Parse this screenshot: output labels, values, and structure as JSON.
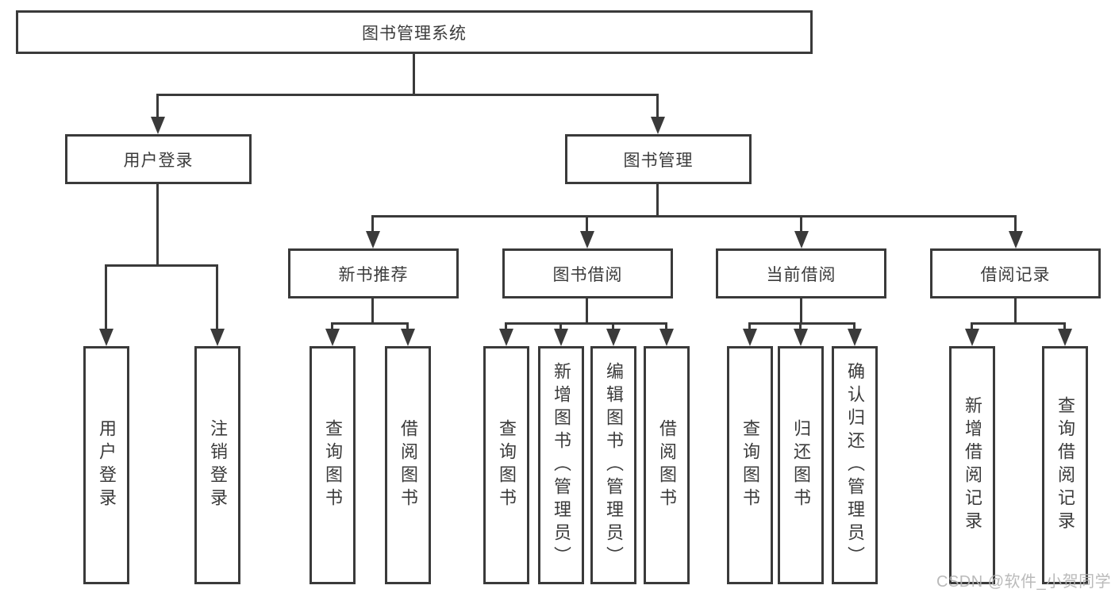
{
  "diagram": {
    "title": "图书管理系统",
    "colors": {
      "line": "#3a3a3a",
      "text": "#3b3b3b",
      "background": "#ffffff",
      "watermark": "#b3b3b3"
    },
    "watermark": "CSDN @软件_小贺同学",
    "nodes": {
      "root": "图书管理系统",
      "user_login": "用户登录",
      "book_management": "图书管理",
      "new_book_recommend": "新书推荐",
      "book_borrowing": "图书借阅",
      "current_borrowing": "当前借阅",
      "borrowing_records": "借阅记录",
      "login": "用户登录",
      "logout": "注销登录",
      "rec_search_book": "查询图书",
      "rec_borrow_book": "借阅图书",
      "borrow_search_book": "查询图书",
      "borrow_add_book": "新增图书（管理员）",
      "borrow_edit_book": "编辑图书（管理员）",
      "borrow_borrow_book": "借阅图书",
      "current_search_book": "查询图书",
      "current_return_book": "归还图书",
      "current_confirm_return": "确认归还（管理员）",
      "records_add_record": "新增借阅记录",
      "records_search_record": "查询借阅记录"
    },
    "tree": {
      "root": {
        "user_login": [
          "login",
          "logout"
        ],
        "book_management": {
          "new_book_recommend": [
            "rec_search_book",
            "rec_borrow_book"
          ],
          "book_borrowing": [
            "borrow_search_book",
            "borrow_add_book",
            "borrow_edit_book",
            "borrow_borrow_book"
          ],
          "current_borrowing": [
            "current_search_book",
            "current_return_book",
            "current_confirm_return"
          ],
          "borrowing_records": [
            "records_add_record",
            "records_search_record"
          ]
        }
      }
    }
  }
}
